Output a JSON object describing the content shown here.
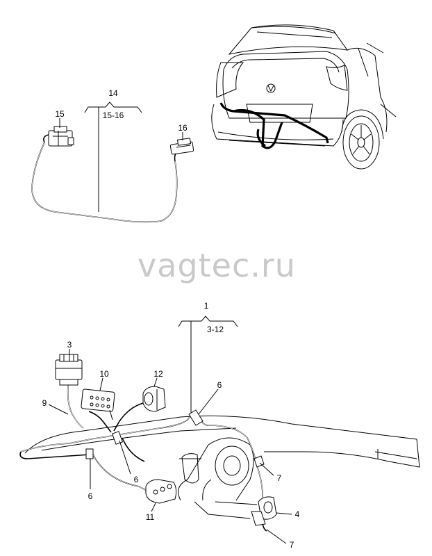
{
  "watermark": "vagtec.ru",
  "group_top": {
    "label": "14",
    "range": "15-16",
    "items": [
      "15",
      "16"
    ]
  },
  "group_bottom": {
    "label": "1",
    "range": "3-12",
    "items": [
      "3",
      "10",
      "12",
      "9",
      "6",
      "6",
      "6",
      "11",
      "7",
      "4",
      "7"
    ]
  }
}
